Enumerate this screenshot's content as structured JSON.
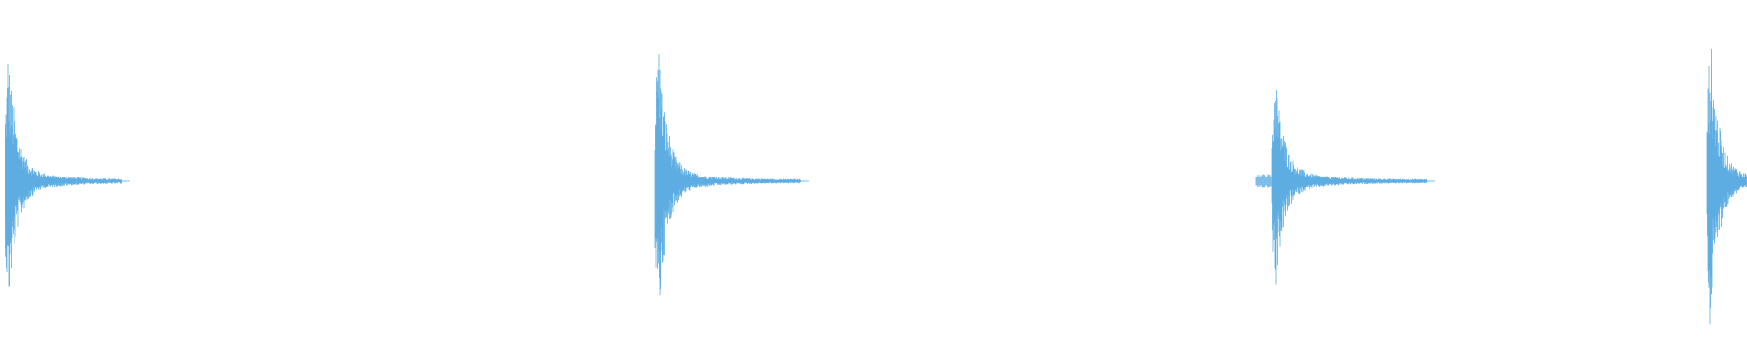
{
  "waveform": {
    "color": "#5DADE2",
    "background": "#FFFFFF",
    "hits": [
      {
        "peak_amplitude": 0.85,
        "pre_noise": false
      },
      {
        "peak_amplitude": 1.0,
        "pre_noise": false
      },
      {
        "peak_amplitude": 0.75,
        "pre_noise": true
      },
      {
        "peak_amplitude": 1.0,
        "pre_noise": false
      }
    ]
  }
}
